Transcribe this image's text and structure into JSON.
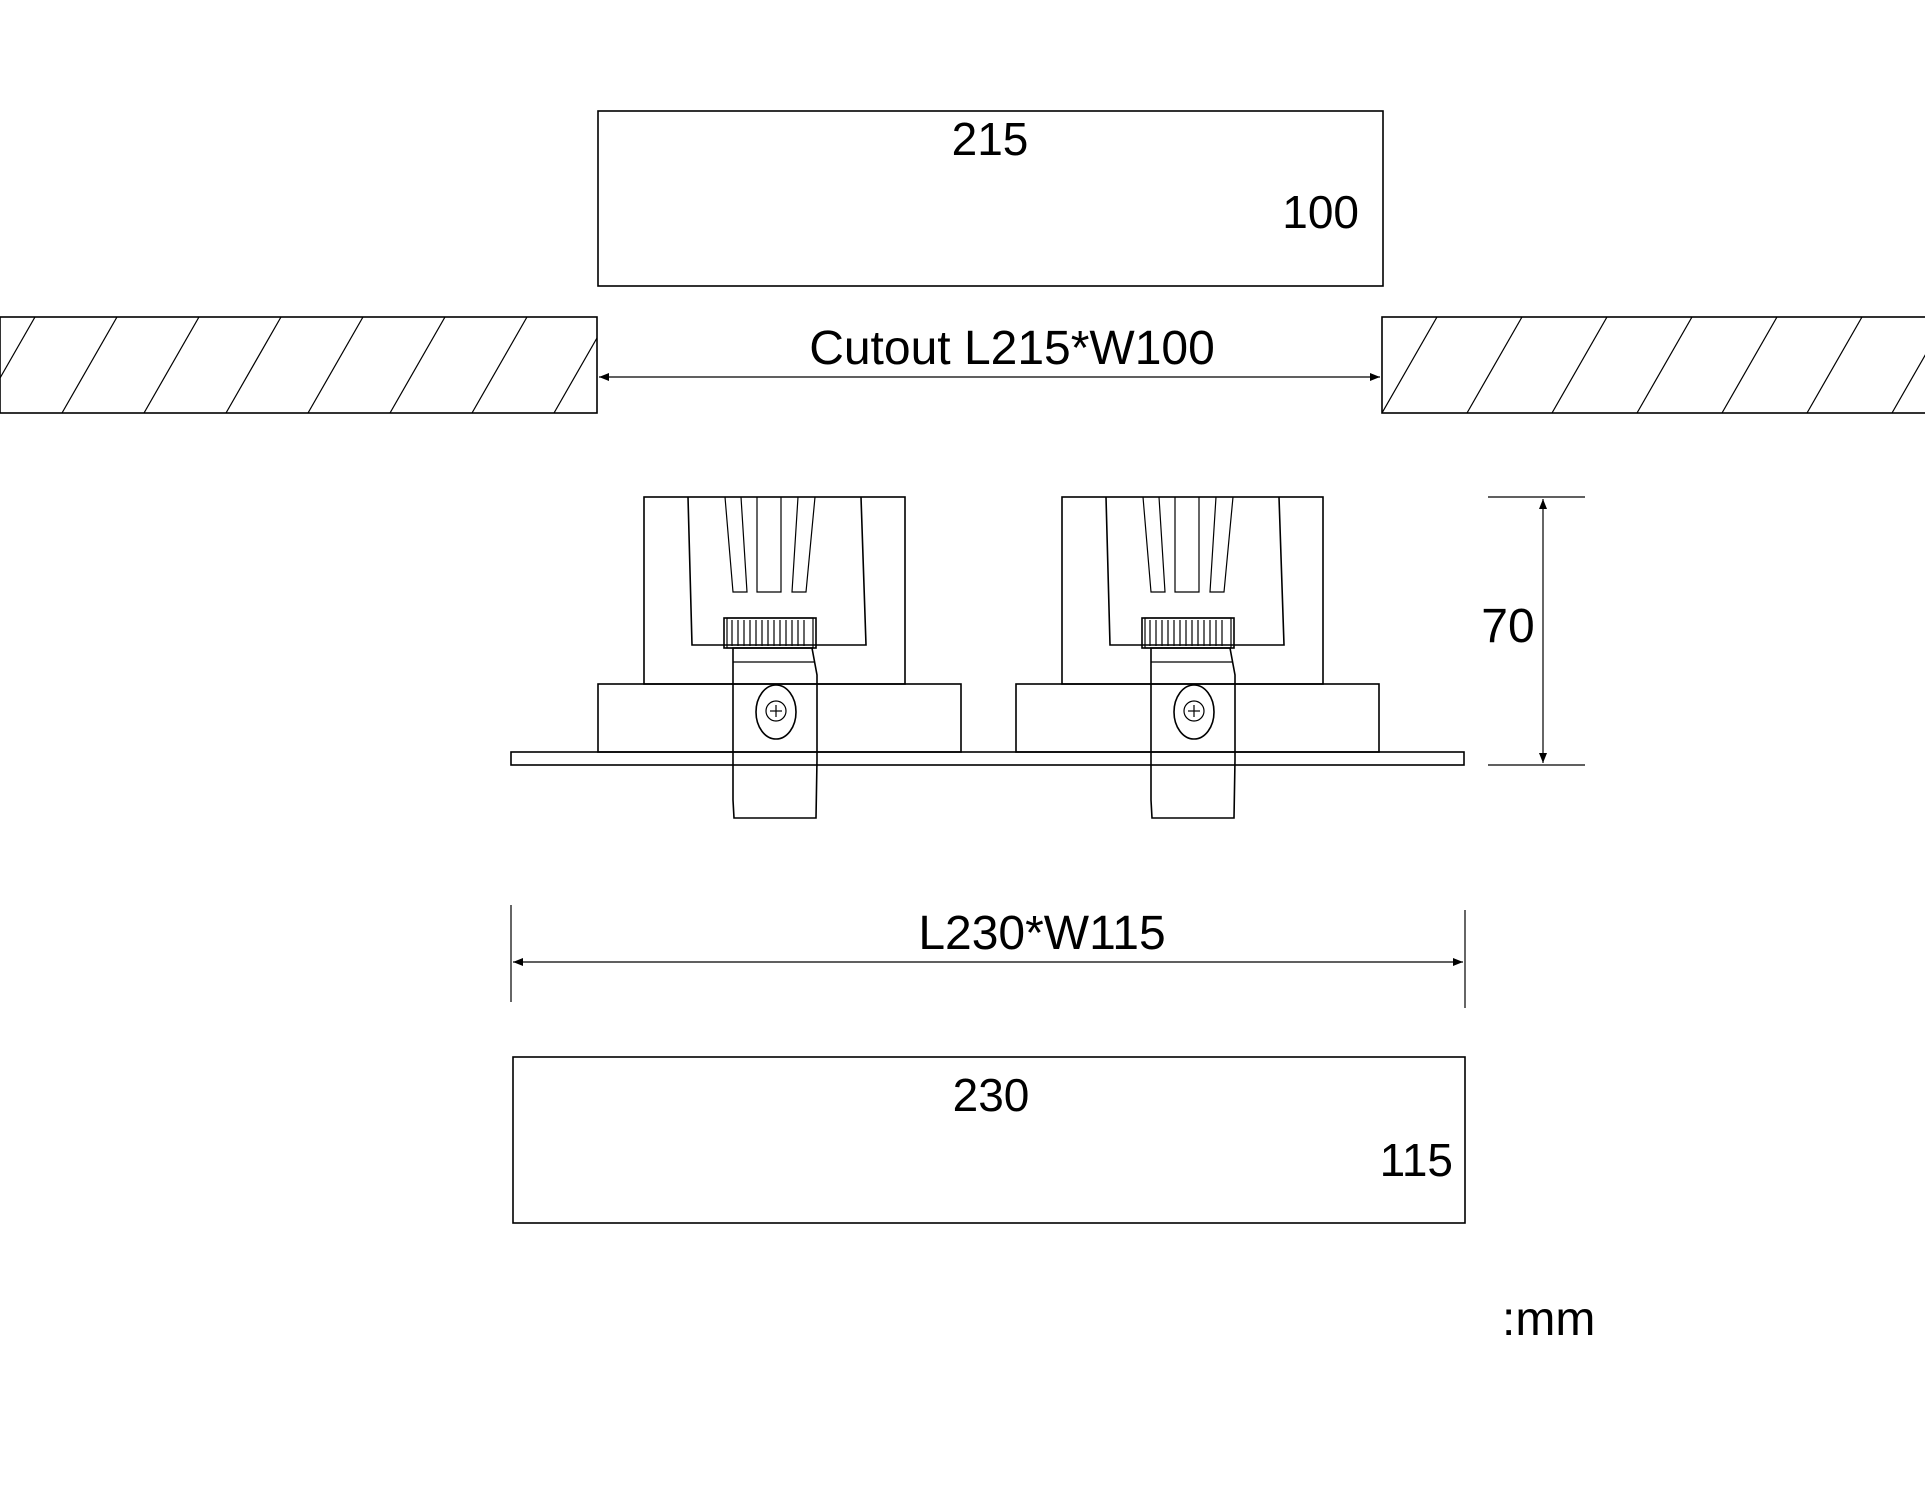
{
  "cutout_box": {
    "length_label": "215",
    "width_label": "100"
  },
  "cutout_label": "Cutout L215*W100",
  "height_label": "70",
  "size_label": "L230*W115",
  "size_box": {
    "length_label": "230",
    "width_label": "115"
  },
  "unit_label": ":mm",
  "colors": {
    "line": "#000000",
    "background": "#ffffff"
  }
}
